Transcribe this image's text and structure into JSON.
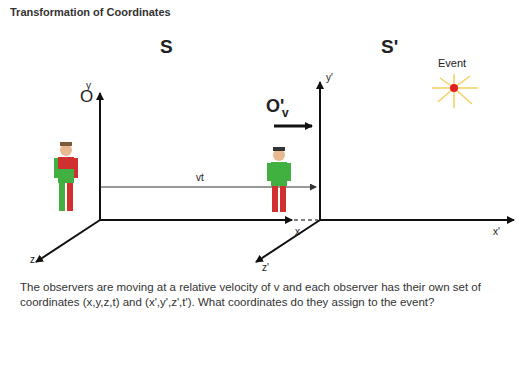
{
  "diagram": {
    "title": "Transformation of Coordinates",
    "caption": "The observers are moving at a relative velocity of v and each observer has their own set of coordinates (x,y,z,t) and (x',y',z',t'). What coordinates do they assign to the event?",
    "labels": [
      "S",
      "S'",
      "y",
      "x",
      "z",
      "y'",
      "x'",
      "z'",
      "O",
      "O'",
      "v",
      "vt",
      "Event"
    ]
  }
}
